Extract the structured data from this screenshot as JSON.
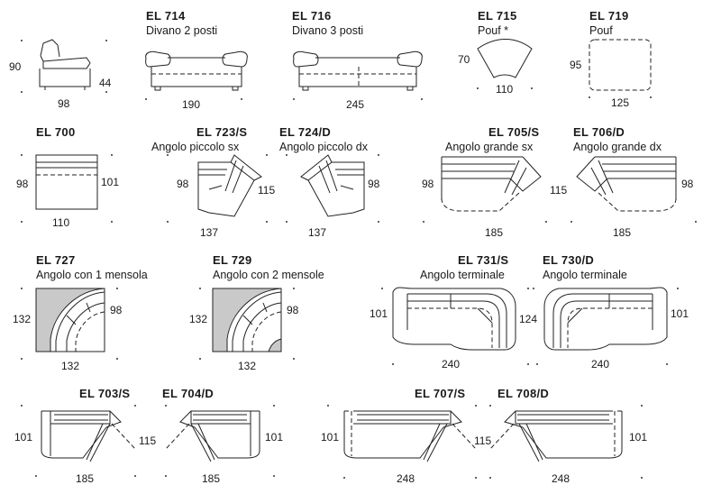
{
  "products": [
    {
      "id": "profile",
      "dims": {
        "h": "90",
        "h2": "44",
        "w": "98"
      }
    },
    {
      "id": "el714",
      "code": "EL 714",
      "desc": "Divano 2 posti",
      "dims": {
        "w": "190"
      }
    },
    {
      "id": "el716",
      "code": "EL 716",
      "desc": "Divano 3 posti",
      "dims": {
        "w": "245"
      }
    },
    {
      "id": "el715",
      "code": "EL 715",
      "desc": "Pouf *",
      "dims": {
        "h": "70",
        "w": "110"
      }
    },
    {
      "id": "el719",
      "code": "EL 719",
      "desc": "Pouf",
      "dims": {
        "h": "95",
        "w": "125"
      }
    },
    {
      "id": "el700",
      "code": "EL 700",
      "dims": {
        "h": "98",
        "h2": "101",
        "w": "110"
      }
    },
    {
      "id": "el723",
      "code": "EL 723/S",
      "desc": "Angolo piccolo sx",
      "dims": {
        "h": "98",
        "w": "137"
      }
    },
    {
      "id": "el724",
      "code": "EL 724/D",
      "desc": "Angolo piccolo dx",
      "dims": {
        "h": "115",
        "h2": "98",
        "w": "137"
      }
    },
    {
      "id": "el705",
      "code": "EL 705/S",
      "desc": "Angolo grande sx",
      "dims": {
        "h": "98",
        "w": "185"
      }
    },
    {
      "id": "el706",
      "code": "EL 706/D",
      "desc": "Angolo grande dx",
      "dims": {
        "h": "115",
        "h2": "98",
        "w": "185"
      }
    },
    {
      "id": "el727",
      "code": "EL 727",
      "desc": "Angolo con 1 mensola",
      "dims": {
        "h": "132",
        "h2": "98",
        "w": "132"
      }
    },
    {
      "id": "el729",
      "code": "EL 729",
      "desc": "Angolo con 2 mensole",
      "dims": {
        "h": "132",
        "h2": "98",
        "w": "132"
      }
    },
    {
      "id": "el731",
      "code": "EL 731/S",
      "desc": "Angolo terminale",
      "dims": {
        "h": "101",
        "w": "240"
      }
    },
    {
      "id": "el730",
      "code": "EL 730/D",
      "desc": "Angolo terminale",
      "dims": {
        "h": "124",
        "h2": "101",
        "w": "240"
      }
    },
    {
      "id": "el703",
      "code": "EL 703/S",
      "dims": {
        "h": "101",
        "w": "185"
      }
    },
    {
      "id": "el704",
      "code": "EL 704/D",
      "dims": {
        "h": "115",
        "h2": "101",
        "w": "185"
      }
    },
    {
      "id": "el707",
      "code": "EL 707/S",
      "dims": {
        "h": "101",
        "w": "248"
      }
    },
    {
      "id": "el708",
      "code": "EL 708/D",
      "dims": {
        "h": "115",
        "h2": "101",
        "w": "248"
      }
    }
  ]
}
